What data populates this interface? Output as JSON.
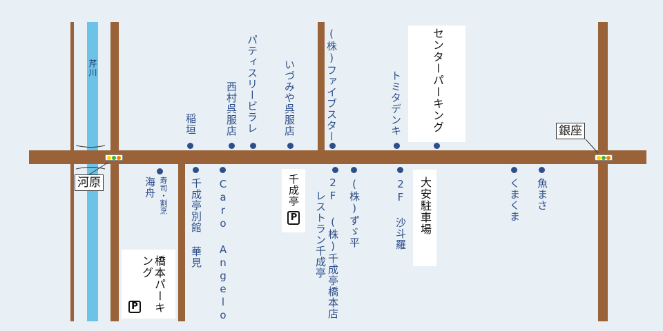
{
  "river": {
    "name": "芹川"
  },
  "intersections": {
    "kawara": "河原",
    "ginza": "銀座"
  },
  "places_north": [
    {
      "label": "稲垣"
    },
    {
      "label": "西村呉服店"
    },
    {
      "label": "パティスリービラレ"
    },
    {
      "label": "いづみや呉服店"
    },
    {
      "label": "(株)ファイブスター"
    },
    {
      "label": "トミタデンキ"
    },
    {
      "label": "センターパーキング"
    }
  ],
  "places_south": [
    {
      "label": "寿司・割烹"
    },
    {
      "label": "海舟"
    },
    {
      "label": "千成亭別館 華見"
    },
    {
      "label": "Caro Angelo"
    },
    {
      "label": "2F (株)千成亭橋本店"
    },
    {
      "label": "レストラン千成亭"
    },
    {
      "label": "(株)ずゞ平"
    },
    {
      "label": "2F 沙斗羅"
    },
    {
      "label": "くまくま"
    },
    {
      "label": "魚まさ"
    }
  ],
  "parking": {
    "senariyatei": "千成亭",
    "daian": "大安駐車場",
    "hashimoto": "橋本パーキング",
    "p_symbol": "P"
  },
  "colors": {
    "road": "#9a6238",
    "river": "#6cc3e6",
    "text": "#2d4e8a",
    "background": "#e9f0f5"
  }
}
